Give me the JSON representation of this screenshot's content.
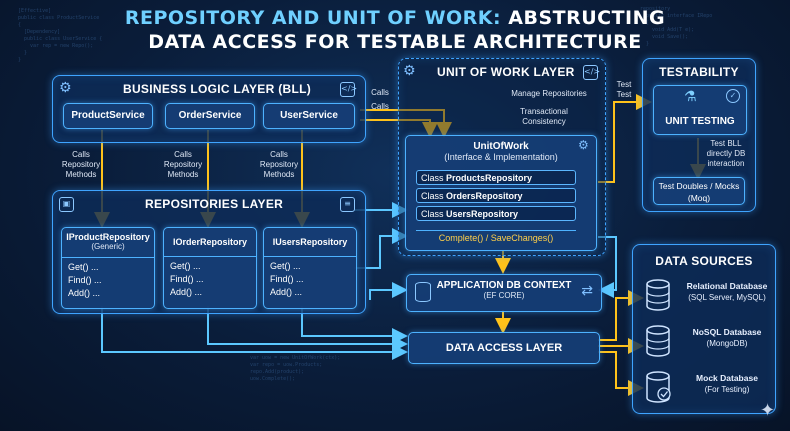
{
  "title": {
    "line1_blue": "REPOSITORY AND UNIT OF WORK:",
    "line1_white": "ABSTRUCTING",
    "line2": "DATA ACCESS FOR TESTABLE ARCHITECTURE"
  },
  "bll": {
    "title": "BUSINESS LOGIC LAYER (BLL)",
    "services": [
      "ProductService",
      "OrderService",
      "UserService"
    ],
    "calls_label": "Calls\nRepository\nMethods"
  },
  "calls_to_uow": [
    "Calls",
    "Calls"
  ],
  "repositories": {
    "title": "REPOSITORIES LAYER",
    "items": [
      {
        "name": "IProductRepository",
        "sub": "(Generic)",
        "methods": [
          "Get() ...",
          "Find() ...",
          "Add() ..."
        ]
      },
      {
        "name": "IOrderRepository",
        "sub": "",
        "methods": [
          "Get() ...",
          "Find() ...",
          "Add() ..."
        ]
      },
      {
        "name": "IUsersRepository",
        "sub": "",
        "methods": [
          "Get() ...",
          "Find() ...",
          "Add() ..."
        ]
      }
    ]
  },
  "uow": {
    "title": "UNIT OF WORK LAYER",
    "manage": "Manage Repositories",
    "transactional": "Transactional\nConsistency",
    "box_title": "UnitOfWork",
    "box_sub": "(Interface & Implementation)",
    "classes": [
      {
        "prefix": "Class",
        "name": "ProductsRepository"
      },
      {
        "prefix": "Class",
        "name": "OrdersRepository"
      },
      {
        "prefix": "Class",
        "name": "UsersRepository"
      }
    ],
    "complete": "Complete() / SaveChanges()"
  },
  "test_label": "Test\nTest",
  "testability": {
    "title": "TESTABILITY",
    "unit_testing": "UNIT TESTING",
    "note": "Test BLL\ndirectly DB\ninteraction",
    "doubles": "Test Doubles / Mocks\n(Moq)"
  },
  "dbcontext": {
    "title": "APPLICATION DB CONTEXT",
    "sub": "(EF CORE)"
  },
  "dal": {
    "title": "DATA ACCESS LAYER"
  },
  "data_sources": {
    "title": "DATA SOURCES",
    "items": [
      {
        "name": "Relational Database",
        "sub": "(SQL Server, MySQL)"
      },
      {
        "name": "NoSQL Database",
        "sub": "(MongoDB)"
      },
      {
        "name": "Mock Database",
        "sub": "(For Testing)"
      }
    ]
  },
  "colors": {
    "accent_blue": "#3fa4ff",
    "arrow_yellow": "#ffc21a",
    "arrow_cyan": "#5cc8ff",
    "title_blue": "#6fd0ff"
  },
  "icons": [
    "gear-icon",
    "code-icon",
    "box-icon",
    "database-icon",
    "flask-icon",
    "check-icon"
  ]
}
